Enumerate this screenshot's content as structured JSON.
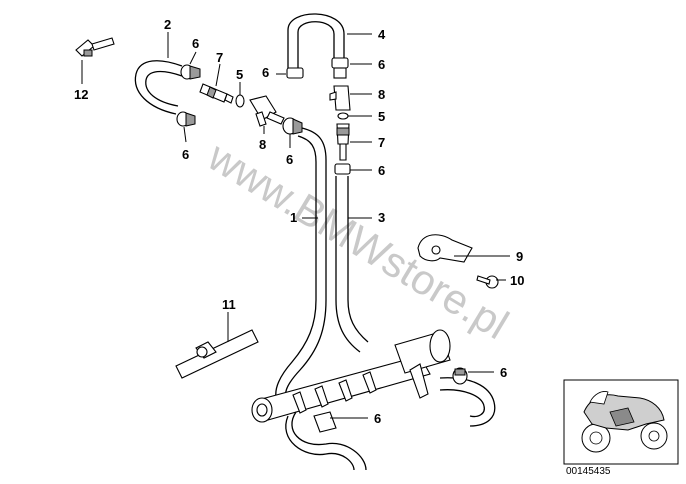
{
  "diagram": {
    "watermark": "www.BMWstore.pl",
    "reference_number": "00145435",
    "callouts": [
      {
        "id": "c2",
        "text": "2"
      },
      {
        "id": "c6a",
        "text": "6"
      },
      {
        "id": "c7a",
        "text": "7"
      },
      {
        "id": "c5a",
        "text": "5"
      },
      {
        "id": "c6b",
        "text": "6"
      },
      {
        "id": "c12",
        "text": "12"
      },
      {
        "id": "c6c",
        "text": "6"
      },
      {
        "id": "c8a",
        "text": "8"
      },
      {
        "id": "c6d",
        "text": "6"
      },
      {
        "id": "c4",
        "text": "4"
      },
      {
        "id": "c6e",
        "text": "6"
      },
      {
        "id": "c8b",
        "text": "8"
      },
      {
        "id": "c5b",
        "text": "5"
      },
      {
        "id": "c7b",
        "text": "7"
      },
      {
        "id": "c6f",
        "text": "6"
      },
      {
        "id": "c1",
        "text": "1"
      },
      {
        "id": "c3",
        "text": "3"
      },
      {
        "id": "c9",
        "text": "9"
      },
      {
        "id": "c10",
        "text": "10"
      },
      {
        "id": "c11",
        "text": "11"
      },
      {
        "id": "c6g",
        "text": "6"
      },
      {
        "id": "c6h",
        "text": "6"
      }
    ]
  }
}
